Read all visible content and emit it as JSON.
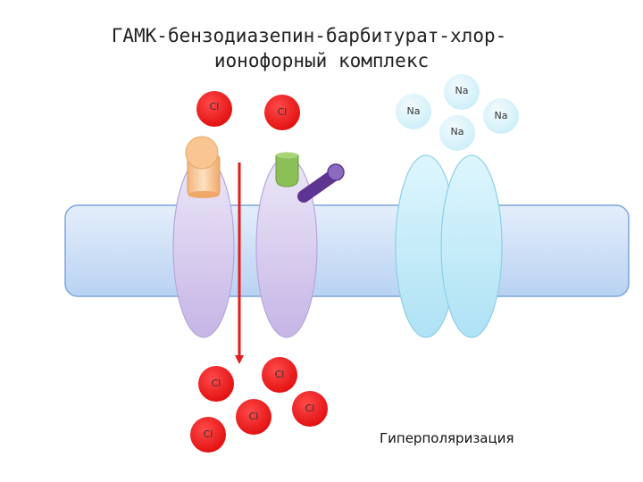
{
  "title": {
    "line1": "ГАМК-бензодиазепин-барбитурат-хлор-",
    "line2": "ионофорный комплекс"
  },
  "ions": {
    "cl": "Cl",
    "na": "Na"
  },
  "caption": "Гиперполяризация",
  "colors": {
    "membrane": "#c7dcf7",
    "membrane_stroke": "#6f9fd8",
    "cl_channel": "#d6cdee",
    "na_channel": "#bfe9f7",
    "cl_ion": "#ef1c1c",
    "na_ion": "#d9f3fb",
    "arrow": "#e31e1e",
    "gaba_site": "#f6c08a",
    "benzo_site": "#8bbf58",
    "barbiturate_site": "#6a3e9e"
  }
}
